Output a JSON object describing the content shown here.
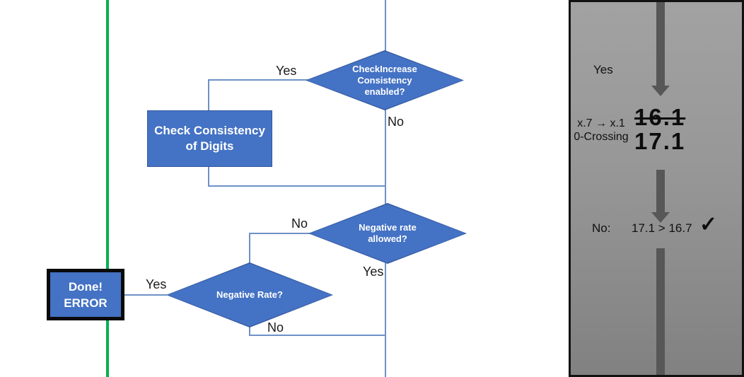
{
  "flowchart": {
    "nodes": {
      "check_increase": {
        "lines": [
          "CheckIncrease",
          "Consistency",
          "enabled?"
        ]
      },
      "check_consistency": {
        "lines": [
          "Check Consistency",
          "of Digits"
        ]
      },
      "negative_rate_allowed": {
        "lines": [
          "Negative rate",
          "allowed?"
        ]
      },
      "negative_rate": {
        "lines": [
          "Negative Rate?"
        ]
      },
      "done_error": {
        "lines": [
          "Done!",
          "ERROR"
        ]
      }
    },
    "edge_labels": {
      "check_increase_yes": "Yes",
      "check_increase_no": "No",
      "rate_allowed_no": "No",
      "rate_allowed_yes": "Yes",
      "negative_rate_yes": "Yes",
      "negative_rate_no": "No"
    }
  },
  "side_panel": {
    "yes_label": "Yes",
    "mapping_line": "x.7 → x.1",
    "crossing_line": "0-Crossing",
    "old_value": "16.1",
    "new_value": "17.1",
    "result_prefix": "No:",
    "comparison": "17.1 > 16.7",
    "checkmark": "✓"
  },
  "colors": {
    "shape_fill": "#4472C4",
    "shape_border": "#35599f",
    "connector": "#6e91c6",
    "guide_green": "#00B050",
    "arrow_gray": "#575757",
    "panel_gray_top": "#a2a2a2",
    "panel_gray_bottom": "#818181"
  }
}
